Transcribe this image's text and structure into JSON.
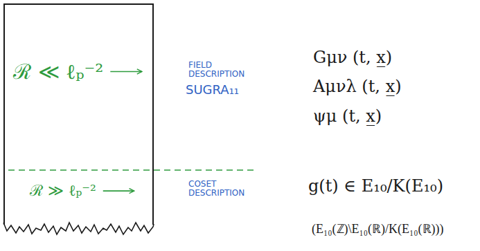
{
  "diagram": {
    "nodes": [
      {
        "text": [
          "ℛ ≪ ℓₚ⁻²",
          "ℛ ≫ ℓₚ⁻²"
        ]
      }
    ],
    "labels": [
      "FIELD DESCRIPTION",
      "SUGRA₁₁",
      "Gμν (t, x̲)",
      "Aμνλ (t, x̲)",
      "ψμ (t, x̲)",
      "COSET DESCRIPTION",
      "g(t) ∈ E₁₀/K(E₁₀)",
      "(E₁₀(ℤ)\\E₁₀(ℝ)/K(E₁₀(ℝ)))"
    ]
  }
}
